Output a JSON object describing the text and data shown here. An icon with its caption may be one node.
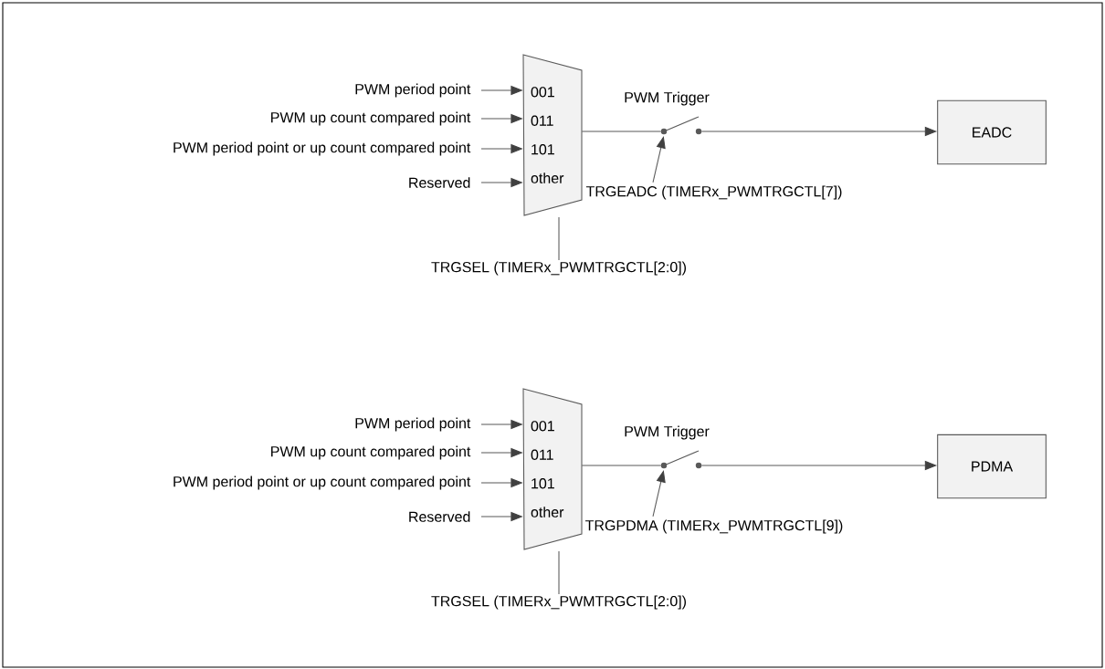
{
  "diagram": {
    "nodes": [
      {
        "text": [
          "PWM period point"
        ]
      },
      {
        "text": [
          "PWM up count compared point"
        ]
      },
      {
        "text": [
          "PWM period point or up count compared point"
        ]
      },
      {
        "text": [
          "Reserved"
        ]
      },
      {
        "text": [
          "001",
          "011",
          "101",
          "other"
        ]
      },
      {
        "text": [],
        "shape": "switch",
        "beside": [
          "PWM Trigger"
        ]
      },
      {
        "text": [
          "EADC"
        ]
      },
      {
        "text": [
          "TRGEADC (TIMERx_PWMTRGCTL[7])"
        ]
      },
      {
        "text": [
          "TRGSEL (TIMERx_PWMTRGCTL[2:0])"
        ]
      },
      {
        "text": [
          "PWM period point"
        ]
      },
      {
        "text": [
          "PWM up count compared point"
        ]
      },
      {
        "text": [
          "PWM period point or up count compared point"
        ]
      },
      {
        "text": [
          "Reserved"
        ]
      },
      {
        "text": [
          "001",
          "011",
          "101",
          "other"
        ]
      },
      {
        "text": [],
        "shape": "switch",
        "beside": [
          "PWM Trigger"
        ]
      },
      {
        "text": [
          "PDMA"
        ]
      },
      {
        "text": [
          "TRGPDMA (TIMERx_PWMTRGCTL[9])"
        ]
      },
      {
        "text": [
          "TRGSEL (TIMERx_PWMTRGCTL[2:0])"
        ]
      }
    ],
    "edges": [
      {
        "from": 0,
        "to": 4,
        "arrow": "to"
      },
      {
        "from": 1,
        "to": 4,
        "arrow": "to"
      },
      {
        "from": 2,
        "to": 4,
        "arrow": "to"
      },
      {
        "from": 3,
        "to": 4,
        "arrow": "to"
      },
      {
        "from": 4,
        "to": 5,
        "arrow": "none"
      },
      {
        "from": 5,
        "to": 6,
        "arrow": "to"
      },
      {
        "from": 7,
        "to": 5,
        "arrow": "to"
      },
      {
        "from": 8,
        "to": 4,
        "arrow": "none"
      },
      {
        "from": 9,
        "to": 13,
        "arrow": "to"
      },
      {
        "from": 10,
        "to": 13,
        "arrow": "to"
      },
      {
        "from": 11,
        "to": 13,
        "arrow": "to"
      },
      {
        "from": 12,
        "to": 13,
        "arrow": "to"
      },
      {
        "from": 13,
        "to": 14,
        "arrow": "none"
      },
      {
        "from": 14,
        "to": 15,
        "arrow": "to"
      },
      {
        "from": 16,
        "to": 14,
        "arrow": "to"
      },
      {
        "from": 17,
        "to": 13,
        "arrow": "none"
      }
    ]
  }
}
